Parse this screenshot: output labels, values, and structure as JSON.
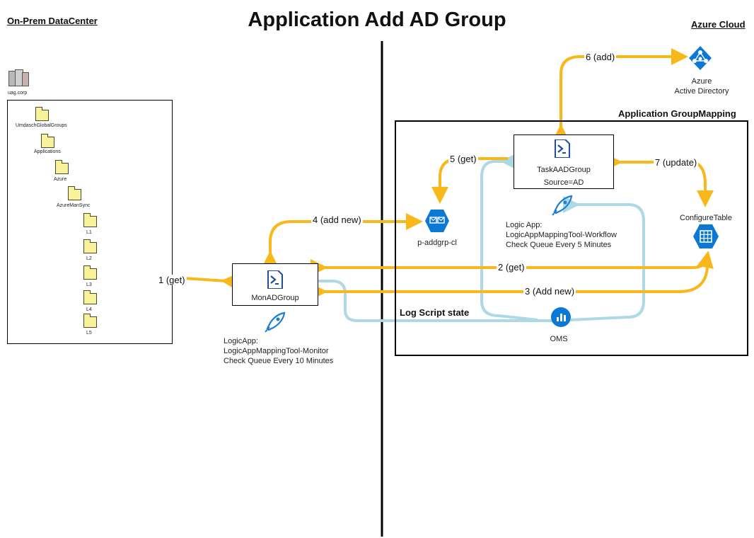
{
  "title": "Application Add AD Group",
  "onprem_label": "On-Prem DataCenter",
  "azure_label": "Azure Cloud",
  "group_mapping_label": "Application GroupMapping",
  "tree": {
    "root": "uag.corp",
    "nodes": [
      "UmdaschGlobalGroups",
      "Applications",
      "Azure",
      "AzureManSync",
      "L1",
      "L2",
      "L3",
      "L4",
      "L5"
    ]
  },
  "mon": {
    "name": "MonADGroup",
    "logic_label": "LogicApp:",
    "logic_name": "LogicAppMappingTool-Monitor",
    "logic_schedule": "Check Queue Every 10 Minutes"
  },
  "task": {
    "name": "TaskAADGroup",
    "source": "Source=AD",
    "logic_label": "Logic App:",
    "logic_name": "LogicAppMappingTool-Workflow",
    "logic_schedule": "Check Queue Every 5 Minutes"
  },
  "queue_label": "p-addgrp-cl",
  "aad": {
    "line1": "Azure",
    "line2": "Active Directory"
  },
  "config_table": "ConfigureTable",
  "oms": "OMS",
  "log_state": "Log Script state",
  "edges": {
    "e1": "1 (get)",
    "e2": "2 (get)",
    "e3": "3 (Add new)",
    "e4": "4 (add new)",
    "e5": "5 (get)",
    "e6": "6 (add)",
    "e7": "7 (update)"
  },
  "colors": {
    "primary_flow": "#F9B81A",
    "log_flow": "#ADD8E6",
    "azure_blue": "#0a78d4"
  }
}
